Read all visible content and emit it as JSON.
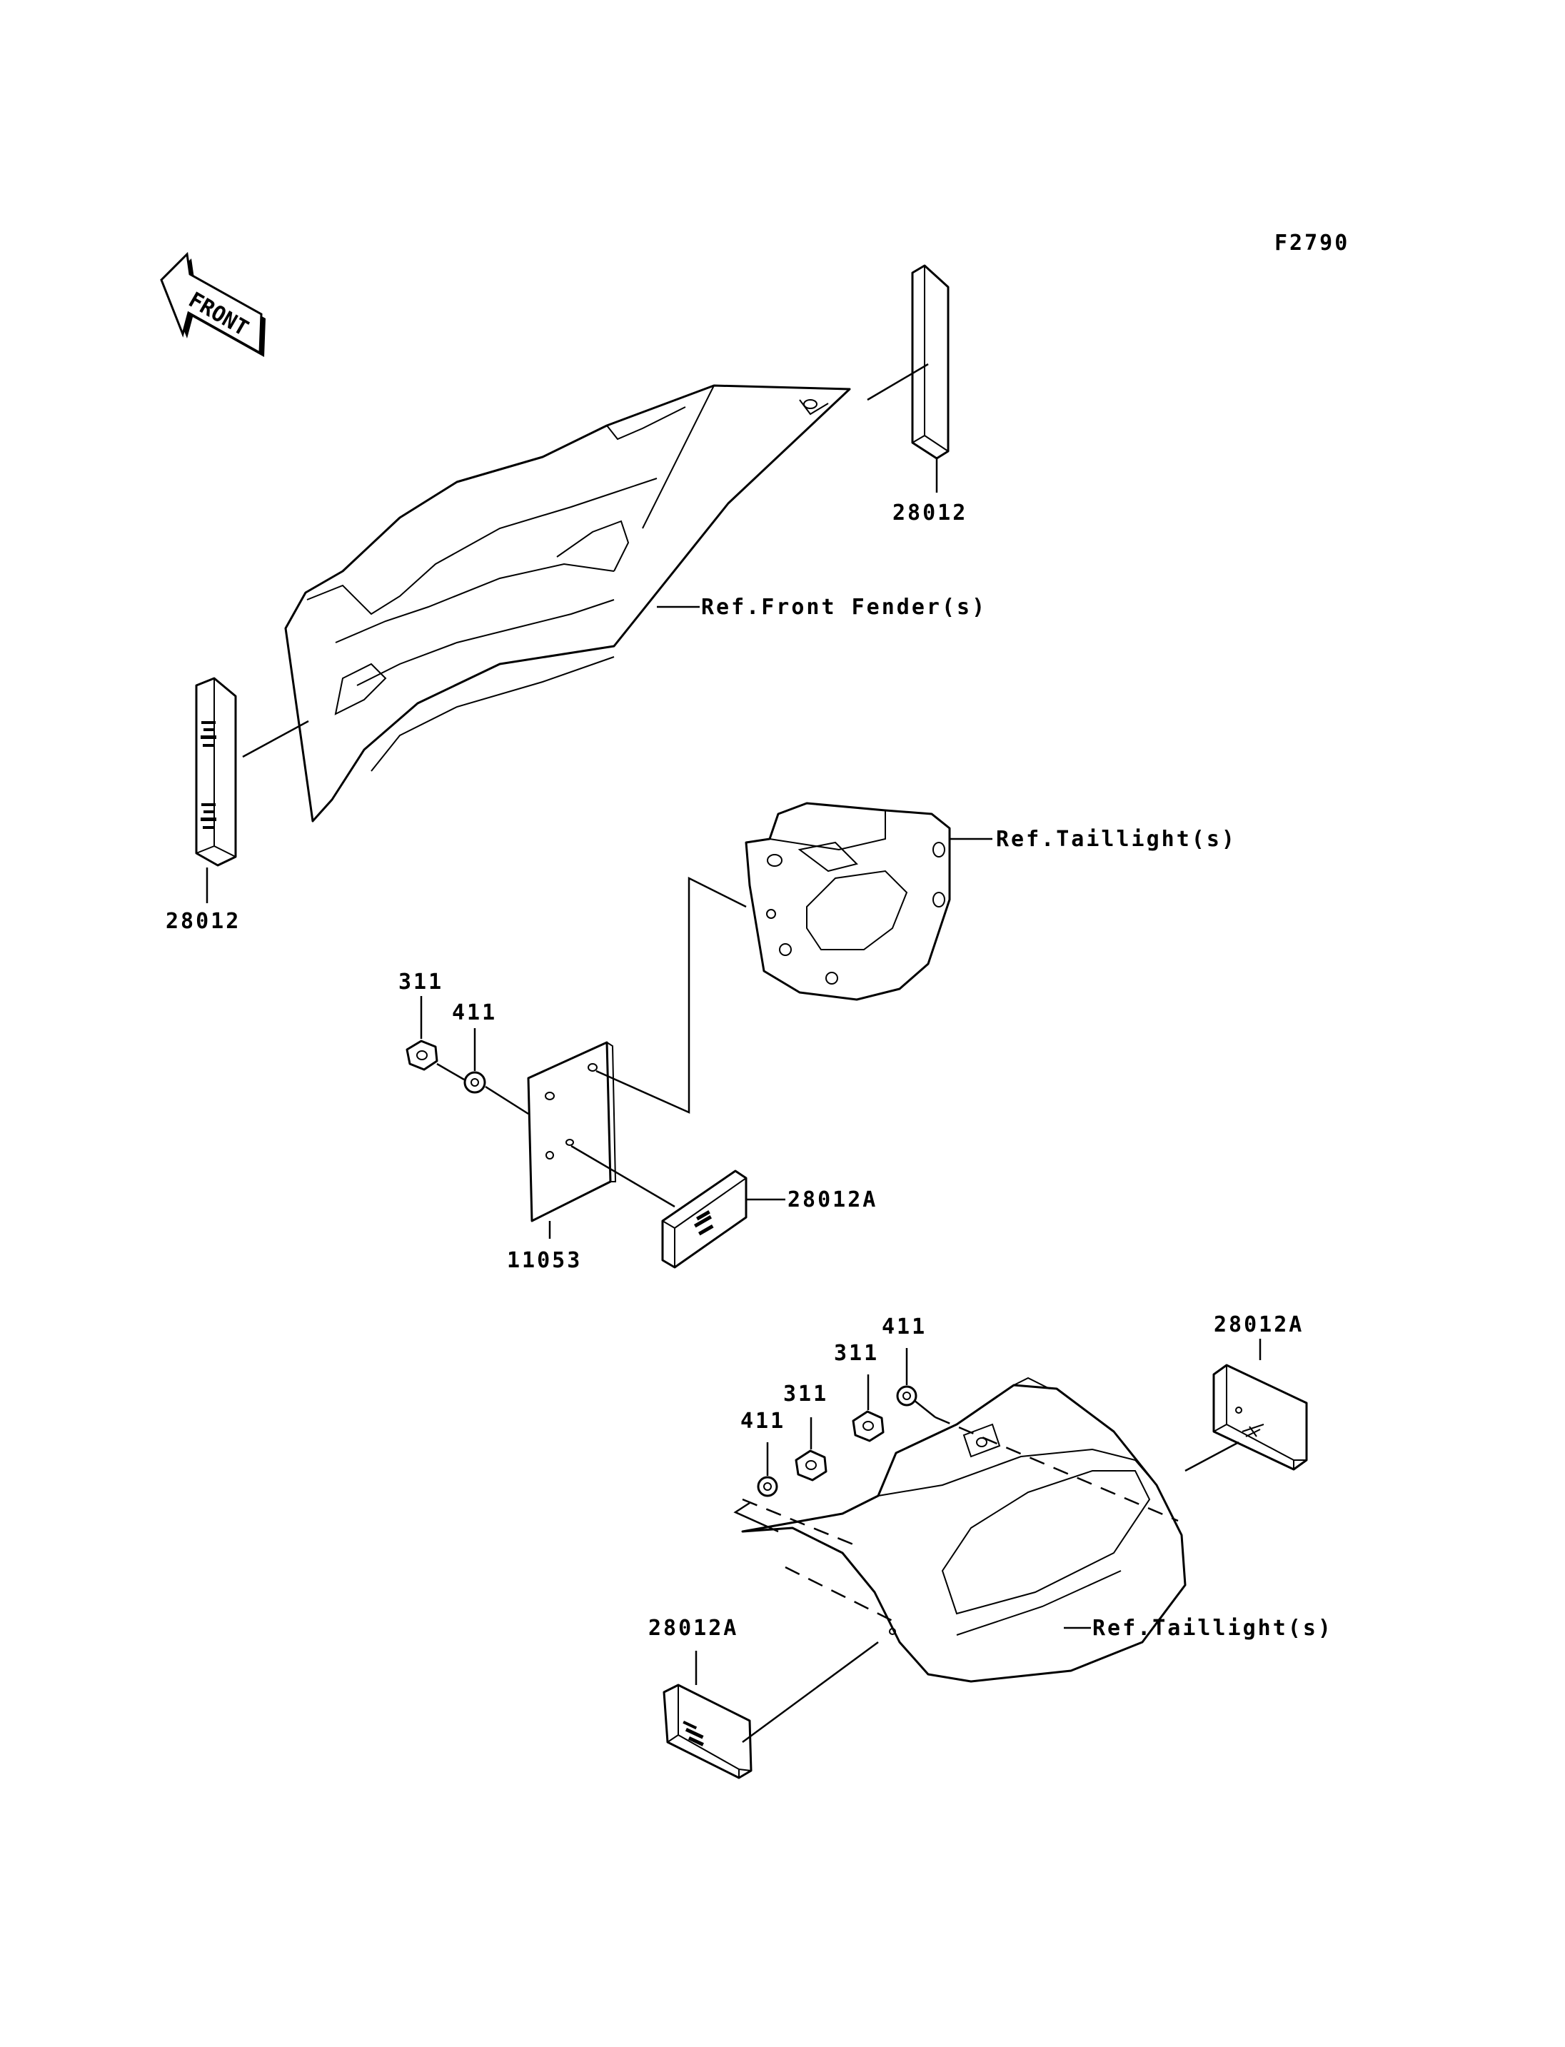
{
  "figure": {
    "code": "F2790",
    "front_badge": "FRONT"
  },
  "callouts": {
    "reflector_top_right": "28012",
    "reflector_left": "28012",
    "ref_front_fender": "Ref.Front Fender(s)",
    "ref_taillight_upper": "Ref.Taillight(s)",
    "nut_upper": "311",
    "washer_upper": "411",
    "bracket": "11053",
    "reflector_mid": "28012A",
    "washer_lower_right": "411",
    "nut_lower_right": "311",
    "nut_lower_left": "311",
    "washer_lower_left": "411",
    "reflector_lower_right": "28012A",
    "reflector_lower_left": "28012A",
    "ref_taillight_lower": "Ref.Taillight(s)"
  }
}
